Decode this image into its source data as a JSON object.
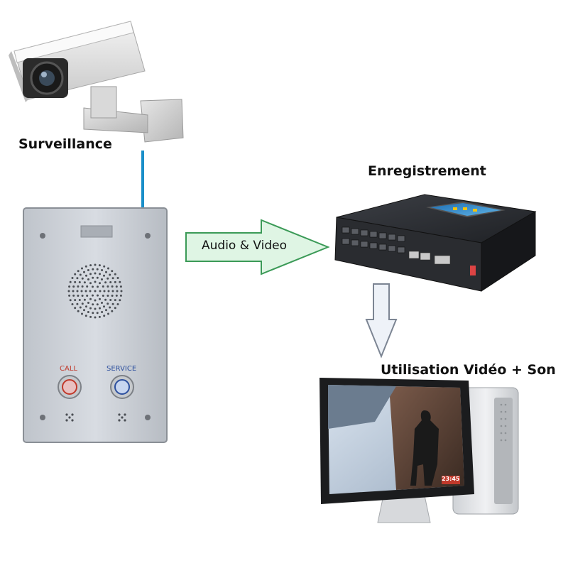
{
  "labels": {
    "surveillance": "Surveillance",
    "recording": "Enregistrement",
    "usage": "Utilisation Vidéo + Son",
    "arrow_av": "Audio & Video"
  },
  "intercom": {
    "call_label": "CALL",
    "service_label": "SERVICE"
  },
  "monitor": {
    "overlay_text": "23:45"
  },
  "colors": {
    "connector_line": "#1a8fc9",
    "arrow_fill": "#dff5e4",
    "arrow_stroke": "#3b9a57",
    "down_arrow_fill": "#eef2f8",
    "down_arrow_stroke": "#7c8593",
    "call_text": "#c0392b",
    "service_text": "#2c4f9e"
  }
}
